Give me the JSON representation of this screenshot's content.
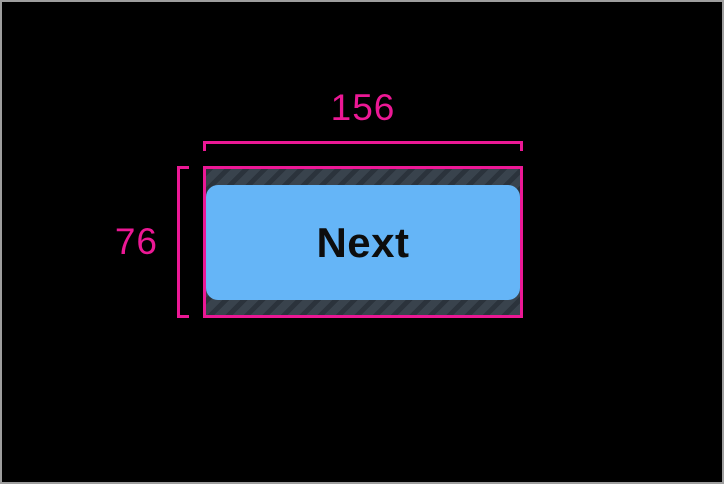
{
  "colors": {
    "canvas_bg": "#000000",
    "frame_border": "#9E9E9E",
    "measurement": "#EC1895",
    "button_fill": "#65B5F7",
    "button_text": "#0D0D0D",
    "hatch_bg": "#39434D",
    "hatch_stripe": "#2B333C"
  },
  "measurements": {
    "width": "156",
    "height": "76"
  },
  "button": {
    "label": "Next"
  }
}
